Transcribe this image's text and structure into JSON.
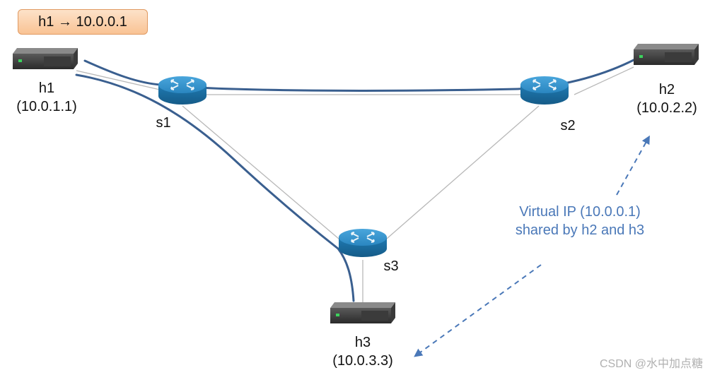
{
  "badge": {
    "text": "h1 → 10.0.0.1"
  },
  "hosts": {
    "h1": {
      "name": "h1",
      "ip": "(10.0.1.1)"
    },
    "h2": {
      "name": "h2",
      "ip": "(10.0.2.2)"
    },
    "h3": {
      "name": "h3",
      "ip": "(10.0.3.3)"
    }
  },
  "switches": {
    "s1": {
      "name": "s1"
    },
    "s2": {
      "name": "s2"
    },
    "s3": {
      "name": "s3"
    }
  },
  "annotation": {
    "line1": "Virtual IP (10.0.0.1)",
    "line2": "shared by h2 and h3"
  },
  "watermark": "CSDN @水中加点糖",
  "colors": {
    "path": "#3a5f8f",
    "link": "#b8b8b8",
    "switch": "#1f7fb5",
    "annotation": "#4a78b8",
    "badge": "#f9c394"
  },
  "icons": {
    "host": "server-icon",
    "switch": "router-icon"
  }
}
